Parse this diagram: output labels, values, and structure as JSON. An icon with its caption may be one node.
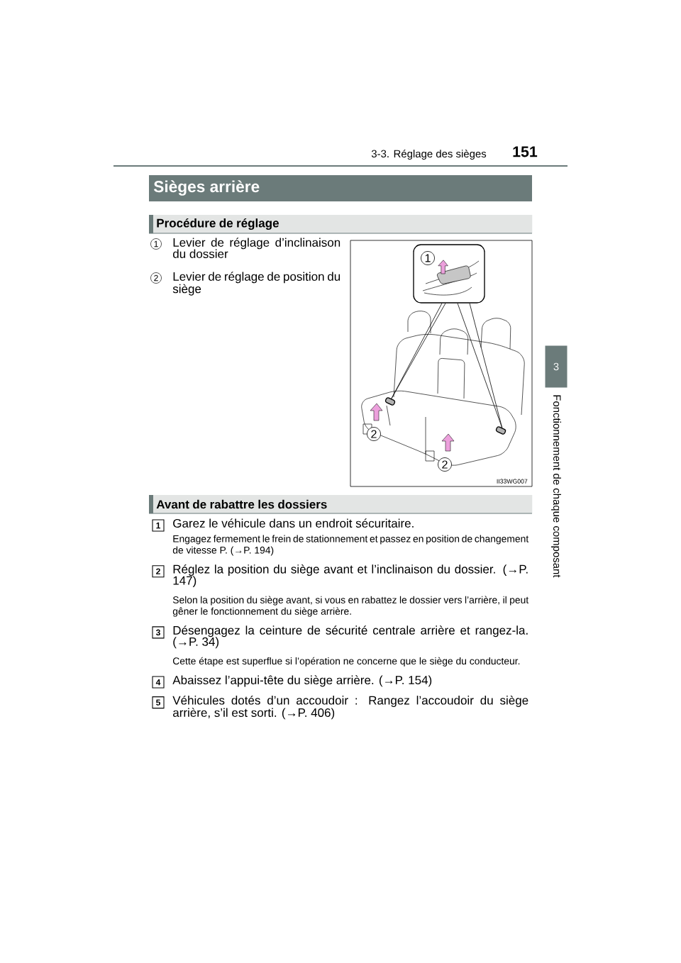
{
  "diagram": {
    "title": "Sièges arrière",
    "nodes": [
      {
        "text": [
          "3"
        ]
      },
      {
        "text": [
          "Procédure de réglage"
        ]
      },
      {
        "text": [
          "1"
        ]
      },
      {
        "text": [
          "2"
        ]
      },
      {
        "text": [],
        "shape": "picture"
      },
      {
        "text": [],
        "shape": "box",
        "in": 4
      },
      {
        "text": [
          "1"
        ],
        "in": 5
      },
      {
        "text": [
          "2"
        ],
        "in": 4
      },
      {
        "text": [
          "2"
        ],
        "in": 4
      },
      {
        "text": [
          "Avant de rabattre les dossiers"
        ]
      },
      {
        "text": [
          "1"
        ]
      },
      {
        "text": [
          "2"
        ]
      },
      {
        "text": [
          "3"
        ]
      },
      {
        "text": [
          "4"
        ]
      },
      {
        "text": [
          "5"
        ]
      },
      {
        "text": [],
        "shape": "box",
        "in": 4
      },
      {
        "text": [],
        "shape": "box",
        "in": 4
      }
    ],
    "edges": [
      {
        "from": 5,
        "to": 15,
        "arrow": "none"
      },
      {
        "from": 5,
        "to": 15,
        "arrow": "none"
      },
      {
        "from": 5,
        "to": 16,
        "arrow": "none"
      },
      {
        "from": 5,
        "to": 16,
        "arrow": "none"
      }
    ],
    "labels": [
      "3-3. Réglage des sièges",
      "151",
      "Fonctionnement de chaque composant",
      "Levier de réglage d’inclinaison du dossier",
      "Levier de réglage de position du siège",
      "II33WG007",
      "Garez le véhicule dans un endroit sécuritaire.",
      "Engagez fermement le frein de stationnement et passez en position de changement de vitesse P. (→P. 194)",
      "Réglez la position du siège avant et l’inclinaison du dossier. (→P. 147)",
      "Selon la position du siège avant, si vous en rabattez le dossier vers l’arrière, il peut gêner le fonctionnement du siège arrière.",
      "Désengagez la ceinture de sécurité centrale arrière et rangez-la. (→P. 34)",
      "Cette étape est superflue si l’opération ne concerne que le siège du conducteur.",
      "Abaissez l’appui-tête du siège arrière. (→P. 154)",
      "Véhicules dotés d’un accoudoir : Rangez l’accoudoir du siège arrière, s’il est sorti. (→P. 406)"
    ]
  }
}
